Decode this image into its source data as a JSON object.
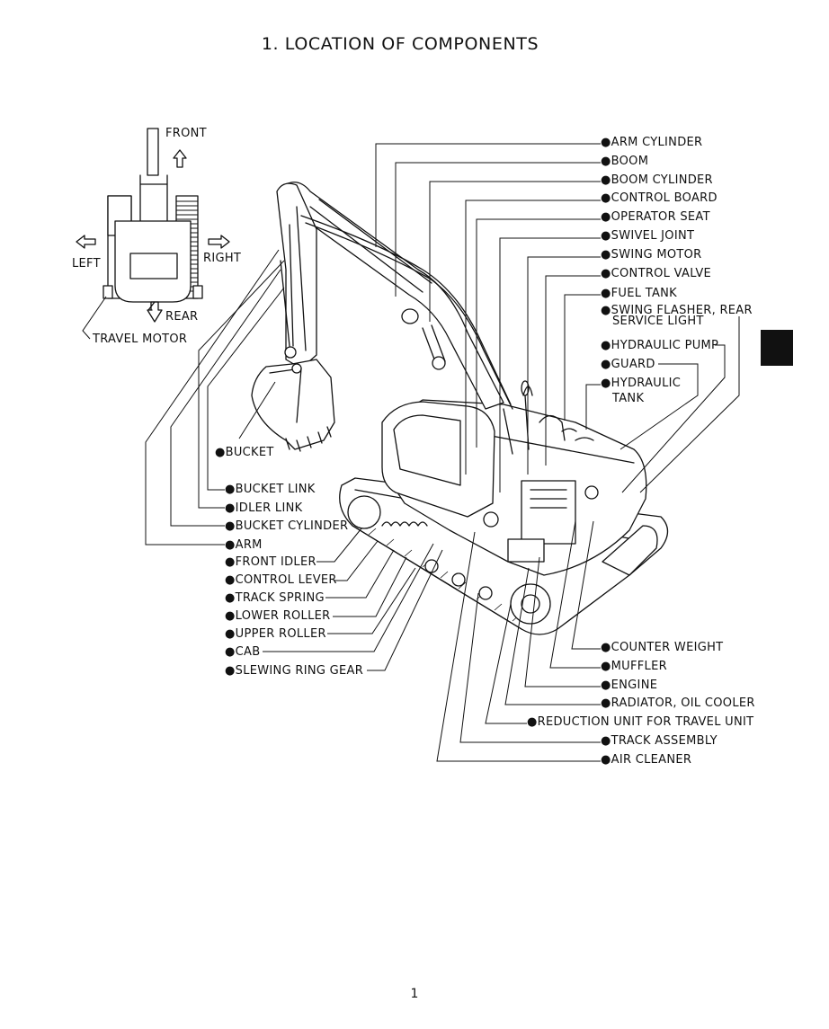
{
  "title": "1.  LOCATION OF COMPONENTS",
  "page_number": "1",
  "orientation": {
    "front": "FRONT",
    "rear": "REAR",
    "left": "LEFT",
    "right": "RIGHT",
    "travel_motor": "TRAVEL MOTOR"
  },
  "labels_right": [
    "●ARM CYLINDER",
    "●BOOM",
    "●BOOM CYLINDER",
    "●CONTROL BOARD",
    "●OPERATOR SEAT",
    "●SWIVEL JOINT",
    "●SWING MOTOR",
    "●CONTROL VALVE",
    "●FUEL TANK",
    "●SWING FLASHER, REAR",
    "SERVICE LIGHT",
    "●HYDRAULIC PUMP",
    "●GUARD",
    "●HYDRAULIC",
    "TANK"
  ],
  "labels_left": [
    "●BUCKET",
    "●BUCKET LINK",
    "●IDLER LINK",
    "●BUCKET CYLINDER",
    "●ARM",
    "●FRONT IDLER",
    "●CONTROL LEVER",
    "●TRACK SPRING",
    "●LOWER ROLLER",
    "●UPPER ROLLER",
    "●CAB",
    "●SLEWING RING GEAR"
  ],
  "labels_bottom": [
    "●COUNTER WEIGHT",
    "●MUFFLER",
    "●ENGINE",
    "●RADIATOR, OIL COOLER",
    "●REDUCTION UNIT FOR TRAVEL UNIT",
    "●TRACK ASSEMBLY",
    "●AIR CLEANER"
  ]
}
